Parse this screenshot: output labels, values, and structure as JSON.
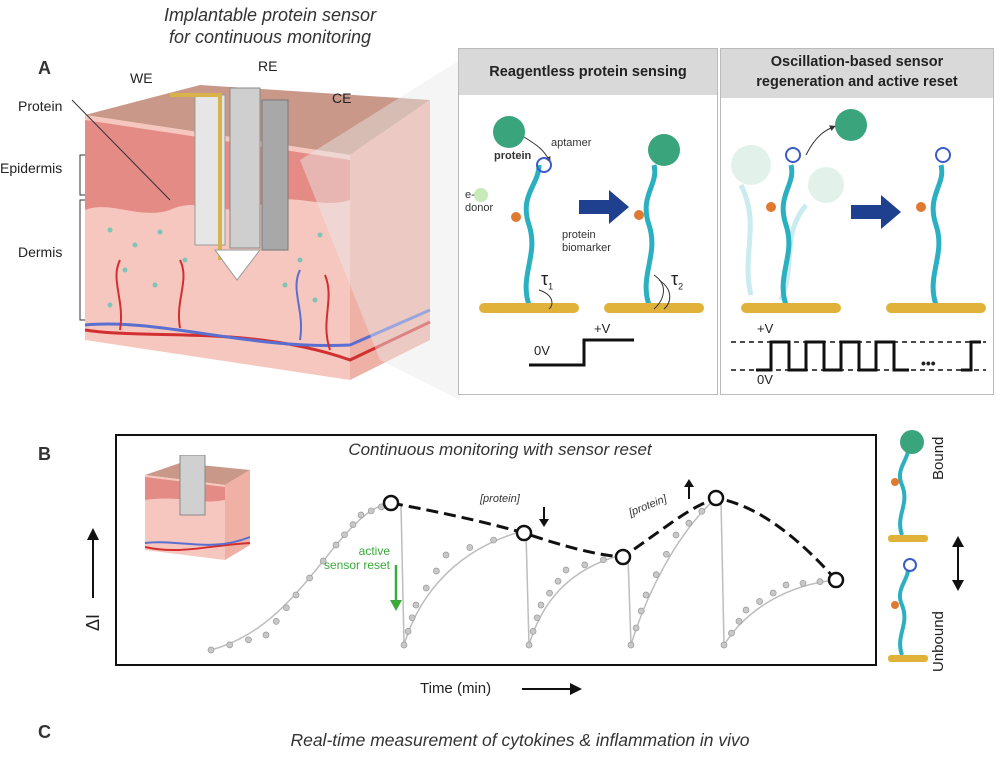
{
  "panelA": {
    "letter": "A",
    "title_line1": "Implantable protein sensor",
    "title_line2": "for continuous monitoring",
    "electrodes": {
      "we": "WE",
      "re": "RE",
      "ce": "CE"
    },
    "layers": {
      "protein": "Protein",
      "epidermis": "Epidermis",
      "dermis": "Dermis"
    },
    "box1": {
      "header": "Reagentless protein sensing",
      "protein": "protein",
      "aptamer": "aptamer",
      "e_donor_1": "e-",
      "e_donor_2": "donor",
      "biomarker_1": "protein",
      "biomarker_2": "biomarker",
      "tau1": "τ",
      "tau1_sub": "1",
      "tau2": "τ",
      "tau2_sub": "2",
      "v_low": "0V",
      "v_high": "+V"
    },
    "box2": {
      "header_line1": "Oscillation-based sensor",
      "header_line2": "regeneration and active reset",
      "v_high": "+V",
      "v_low": "0V",
      "ellipsis": "•••"
    }
  },
  "panelB": {
    "letter": "B",
    "title": "Continuous monitoring with sensor reset",
    "reset_1": "active",
    "reset_2": "sensor reset",
    "protein_down": "[protein]",
    "protein_up": "[protein]",
    "ylabel": "ΔI",
    "xlabel": "Time (min)",
    "bound": "Bound",
    "unbound": "Unbound"
  },
  "panelC": {
    "letter": "C",
    "title": "Real-time measurement of cytokines & inflammation in vivo"
  },
  "colors": {
    "aptamer": "#2ab0c0",
    "protein": "#3aa57c",
    "gold": "#e0b23a",
    "arrow_blue": "#1f3f8f",
    "reset_green": "#3aaa3a",
    "skin": "#f3b9b0",
    "epidermis": "#e07a7a"
  }
}
